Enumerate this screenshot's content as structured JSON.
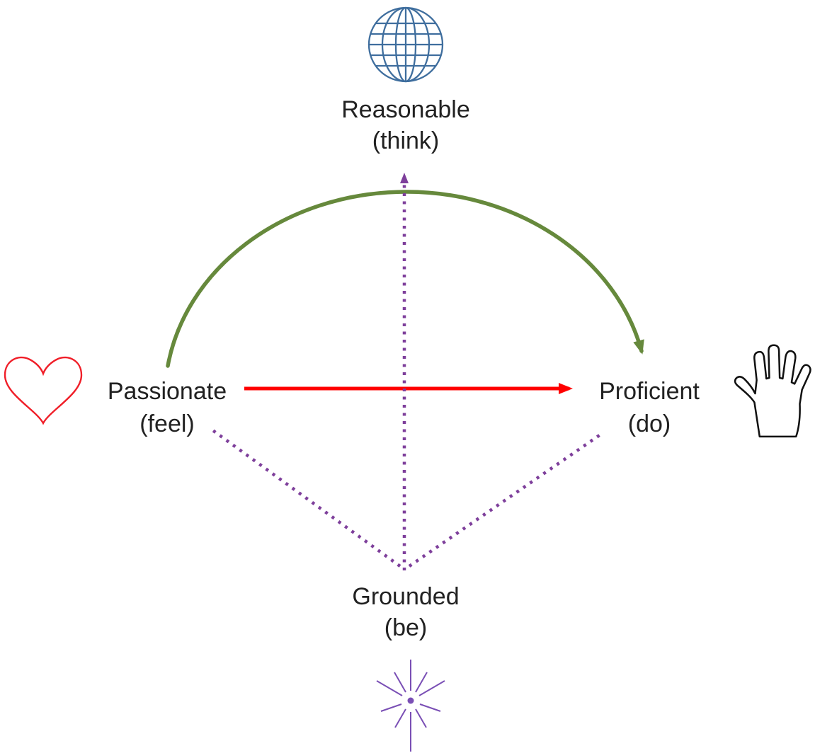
{
  "nodes": {
    "top": {
      "label": "Reasonable",
      "sublabel": "(think)",
      "icon": "globe-icon"
    },
    "left": {
      "label": "Passionate",
      "sublabel": "(feel)",
      "icon": "heart-icon"
    },
    "right": {
      "label": "Proficient",
      "sublabel": "(do)",
      "icon": "hand-icon"
    },
    "bottom": {
      "label": "Grounded",
      "sublabel": "(be)",
      "icon": "spark-icon"
    }
  },
  "connections": [
    {
      "from": "Passionate (feel)",
      "to": "Proficient (do)",
      "style": "solid curved arrow over top",
      "color_key": "arc_green"
    },
    {
      "from": "Passionate (feel)",
      "to": "Proficient (do)",
      "style": "solid straight arrow",
      "color_key": "arrow_red"
    },
    {
      "from": "Grounded (be)",
      "to": "Reasonable (think)",
      "style": "dotted vertical arrow",
      "color_key": "dotted_purple"
    },
    {
      "from": "Grounded (be)",
      "to": "Passionate (feel)",
      "style": "dotted line",
      "color_key": "dotted_purple"
    },
    {
      "from": "Grounded (be)",
      "to": "Proficient (do)",
      "style": "dotted line",
      "color_key": "dotted_purple"
    }
  ],
  "colors": {
    "text": "#212121",
    "arc_green": "#66893c",
    "arrow_red": "#ff0000",
    "dotted_purple": "#7e3f9b",
    "globe_blue": "#3f6e9e",
    "heart_red": "#f01e28",
    "hand_black": "#111111",
    "star_purple": "#7a4fb5"
  }
}
